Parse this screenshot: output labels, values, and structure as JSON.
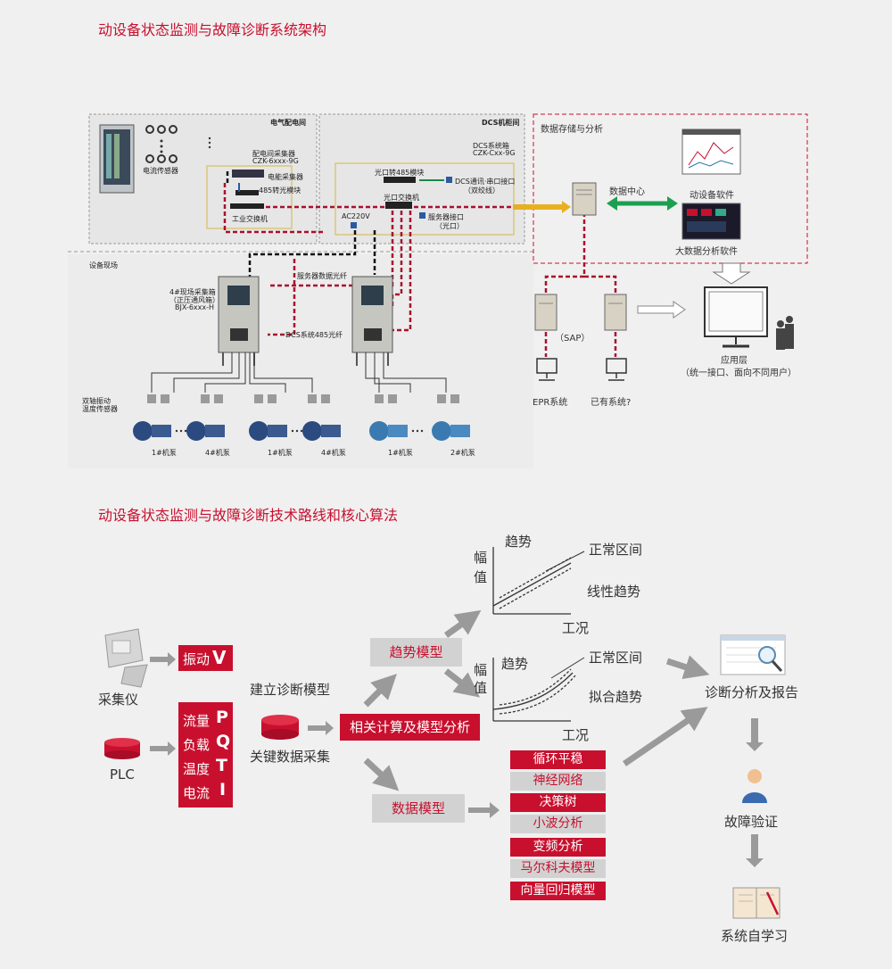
{
  "titles": {
    "architecture": "动设备状态监测与故障诊断系统架构",
    "technology": "动设备状态监测与故障诊断技术路线和核心算法"
  },
  "architecture": {
    "zones": {
      "electrical_room": "电气配电间",
      "dcs_room": "DCS机柜间",
      "data_storage": "数据存储与分析",
      "field": "设备现场"
    },
    "labels": {
      "current_sensor": "电流传感器",
      "collector_main": "配电间采集器",
      "collector_model": "CZK-6xxx-9G",
      "collector_sub": "电能采集器",
      "converter": "485转光模块",
      "switch_industrial": "工业交换机",
      "fiber_485": "光口转485模块",
      "dcs_cabinet": "DCS系统箱",
      "dcs_model": "CZK-Cxx-9G",
      "dcs_comm": "DCS通讯·串口接口",
      "dcs_comm_sub": "（双绞线）",
      "optical_switch": "光口交换机",
      "server_port": "服务器接口",
      "server_port_sub": "（光口）",
      "ac220": "AC220V",
      "server_fiber": "服务器数据光纤",
      "dcs_fiber": "DCS系统485光纤",
      "field_collector": "4#现场采集箱",
      "field_collector_sub": "（正压通风箱）",
      "field_collector_model": "BJX-6xxx-H",
      "vib_sensor": "双轴振动",
      "vib_sensor_sub": "温度传感器",
      "data_center": "数据中心",
      "software_device": "动设备软件",
      "software_bigdata": "大数据分析软件",
      "sap": "（SAP）",
      "epr": "EPR系统",
      "existing": "已有系统?",
      "app_layer": "应用层",
      "app_layer_sub": "（统一接口、面向不同用户）"
    },
    "pumps": [
      "1#机泵",
      "4#机泵",
      "1#机泵",
      "4#机泵",
      "1#机泵",
      "2#机泵"
    ]
  },
  "technology": {
    "collector": "采集仪",
    "plc": "PLC",
    "vibration": "振动",
    "vibration_symbol": "V",
    "signals": [
      {
        "name": "流量",
        "symbol": "P"
      },
      {
        "name": "负载",
        "symbol": "Q"
      },
      {
        "name": "温度",
        "symbol": "T"
      },
      {
        "name": "电流",
        "symbol": "I"
      }
    ],
    "build_model": "建立诊断模型",
    "key_data": "关键数据采集",
    "analysis": "相关计算及模型分析",
    "trend_model": "趋势模型",
    "data_model": "数据模型",
    "chart1": {
      "y1": "幅",
      "y2": "值",
      "top": "趋势",
      "x": "工况",
      "line1": "正常区间",
      "line2": "线性趋势"
    },
    "chart2": {
      "y1": "幅",
      "y2": "值",
      "top": "趋势",
      "x": "工况",
      "line1": "正常区间",
      "line2": "拟合趋势"
    },
    "algorithms": [
      "循环平稳",
      "神经网络",
      "决策树",
      "小波分析",
      "变频分析",
      "马尔科夫模型",
      "向量回归模型"
    ],
    "diagnosis": "诊断分析及报告",
    "verify": "故障验证",
    "self_learning": "系统自学习"
  }
}
